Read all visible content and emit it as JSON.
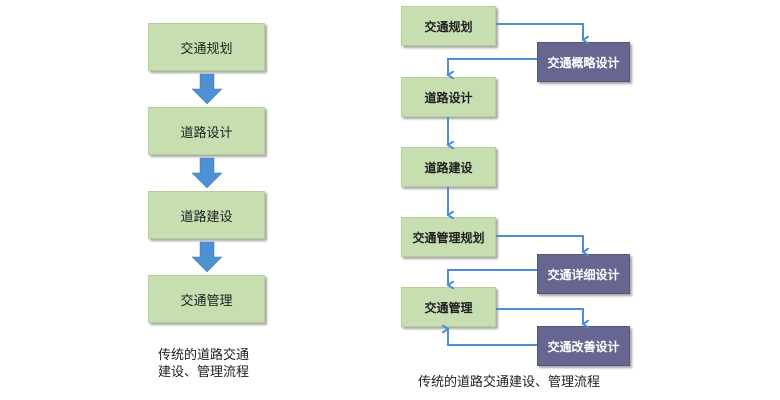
{
  "left_diagram": {
    "steps": [
      "交通规划",
      "道路设计",
      "道路建设",
      "交通管理"
    ],
    "caption_line1": "传统的道路交通",
    "caption_line2": "建设、管理流程"
  },
  "right_diagram": {
    "main_steps": [
      "交通规划",
      "道路设计",
      "道路建设",
      "交通管理规划",
      "交通管理"
    ],
    "side_steps": [
      "交通概略设计",
      "交通详细设计",
      "交通改善设计"
    ],
    "caption": "传统的道路交通建设、管理流程"
  },
  "colors": {
    "green_box": "#c6deb0",
    "purple_box": "#676690",
    "arrow": "#4a8fd6"
  }
}
